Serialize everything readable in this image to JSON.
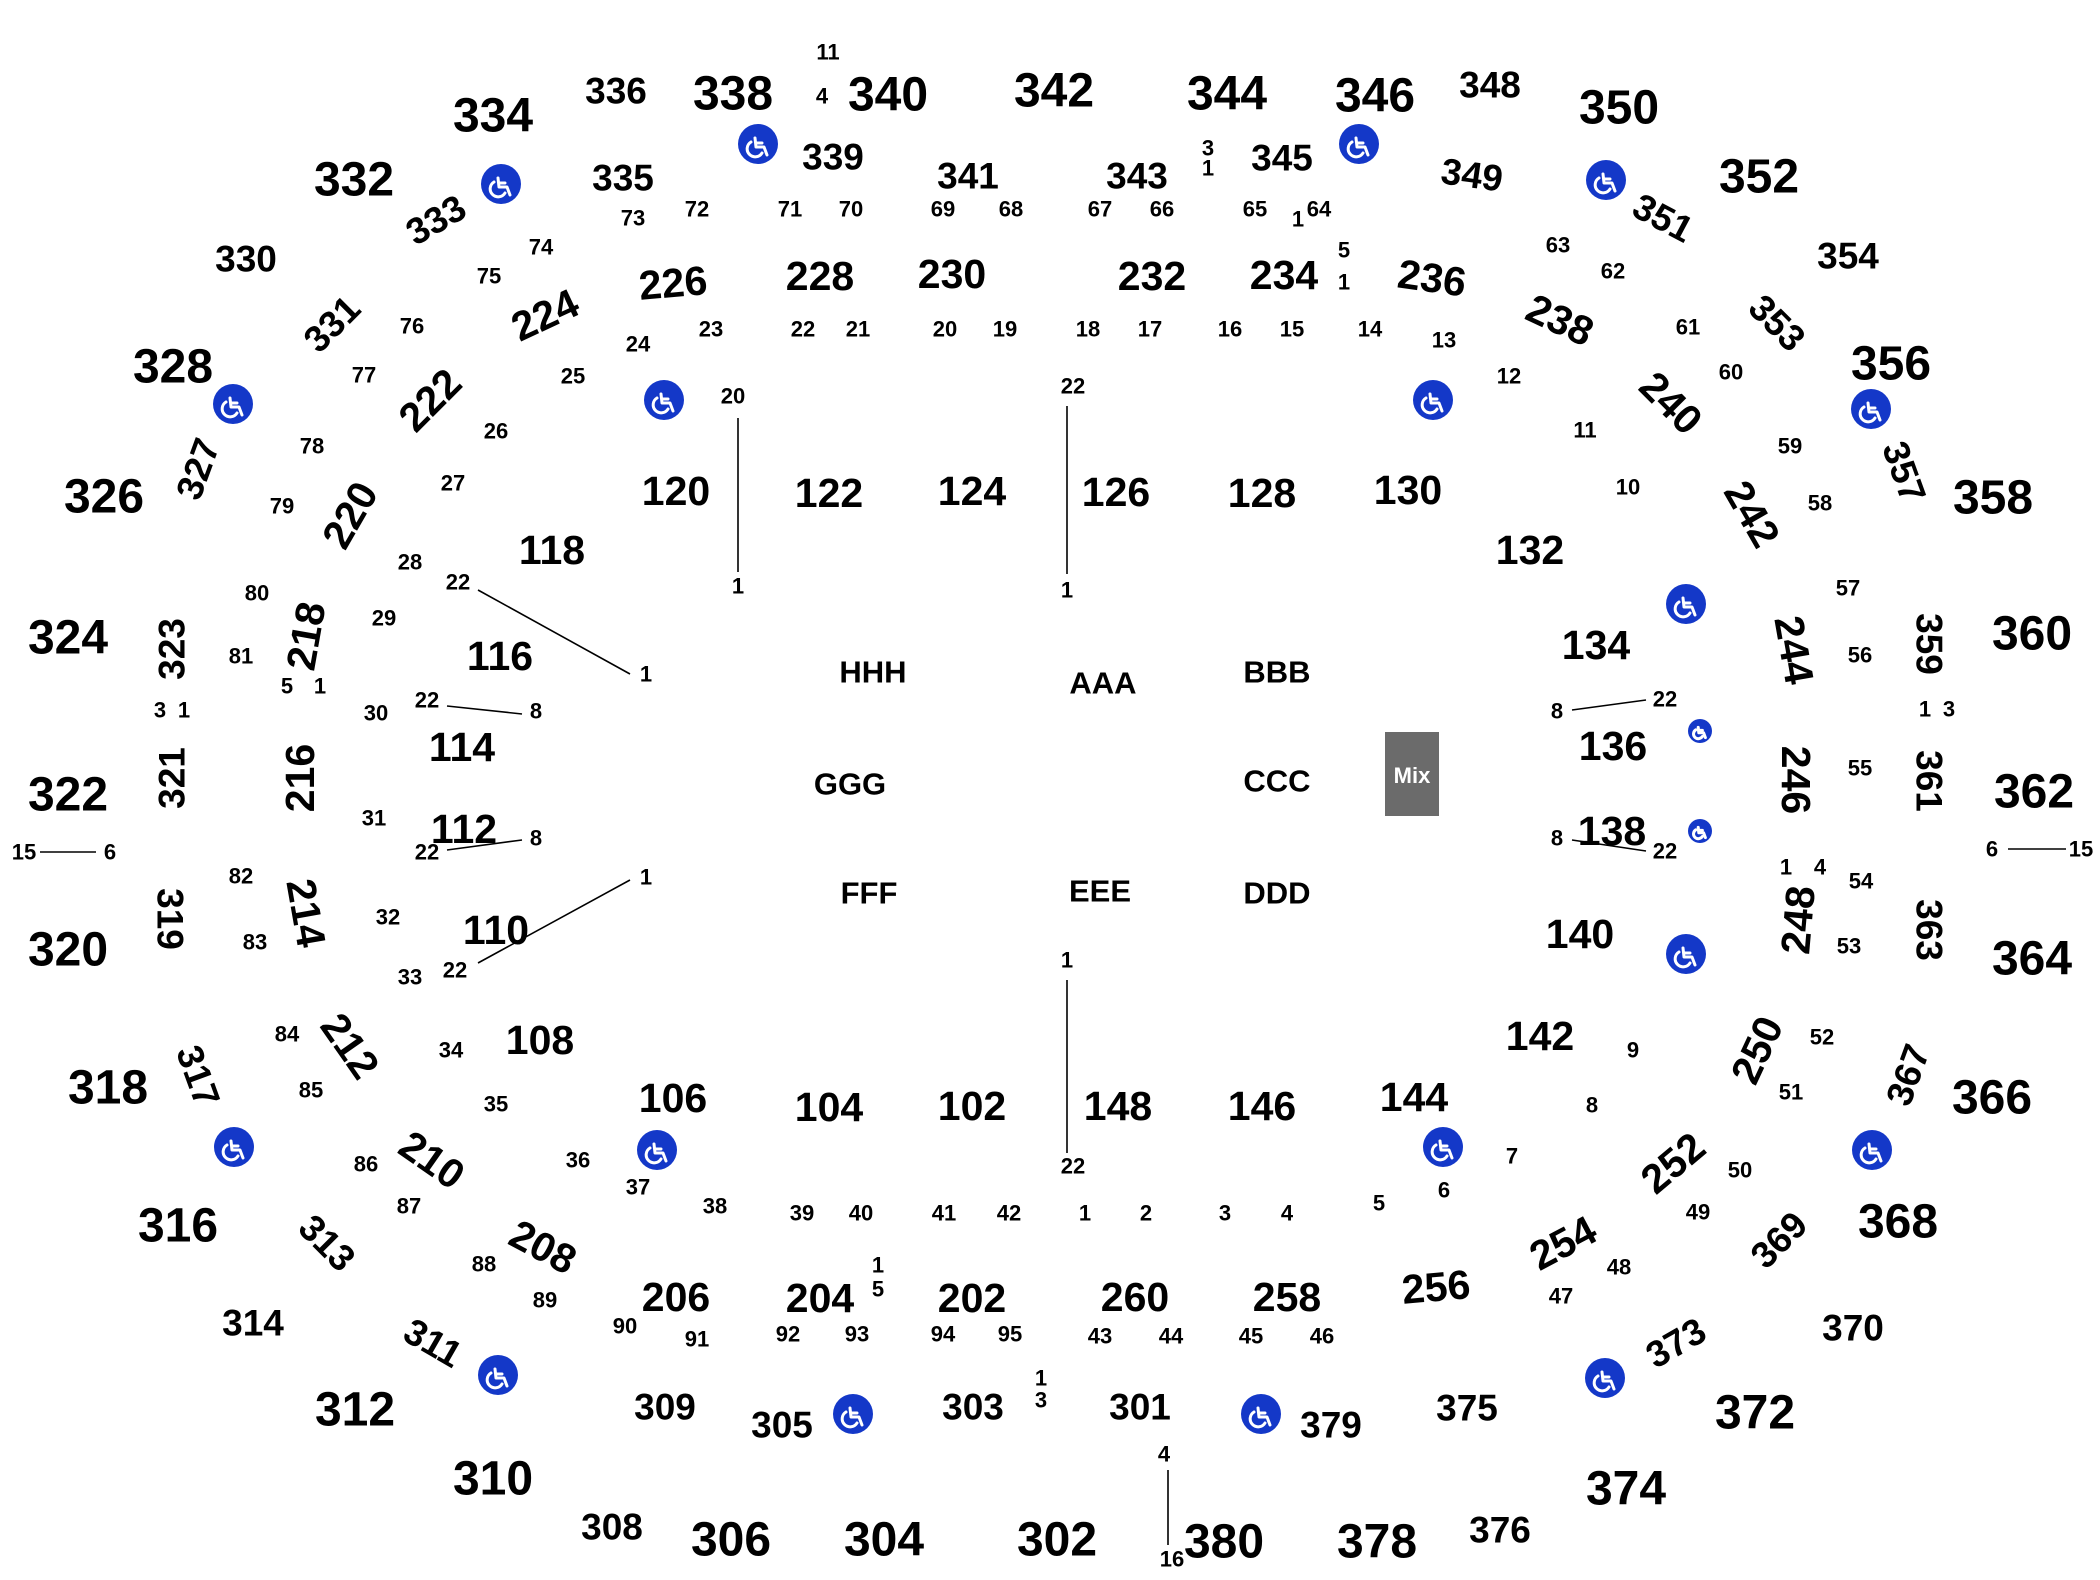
{
  "colors": {
    "background": "#ffffff",
    "text": "#000000",
    "accessible": "#1438c8",
    "mix_box": "#6b6b6b",
    "mix_text": "#ffffff"
  },
  "icons": {
    "accessible_seating": "wheelchair-icon"
  },
  "mix_label": "Mix",
  "floor_sections": [
    "HHH",
    "AAA",
    "BBB",
    "GGG",
    "CCC",
    "FFF",
    "EEE",
    "DDD"
  ],
  "sections_100": [
    "102",
    "104",
    "106",
    "108",
    "110",
    "112",
    "114",
    "116",
    "118",
    "120",
    "122",
    "124",
    "126",
    "128",
    "130",
    "132",
    "134",
    "136",
    "138",
    "140",
    "142",
    "144",
    "146",
    "148"
  ],
  "sections_200": [
    "202",
    "204",
    "206",
    "208",
    "210",
    "212",
    "214",
    "216",
    "218",
    "220",
    "222",
    "224",
    "226",
    "228",
    "230",
    "232",
    "234",
    "236",
    "238",
    "240",
    "242",
    "244",
    "246",
    "248",
    "250",
    "252",
    "254",
    "256",
    "258",
    "260"
  ],
  "sections_300": [
    "301",
    "302",
    "303",
    "304",
    "305",
    "306",
    "308",
    "309",
    "310",
    "311",
    "312",
    "313",
    "314",
    "316",
    "317",
    "318",
    "319",
    "320",
    "321",
    "322",
    "323",
    "324",
    "326",
    "327",
    "328",
    "330",
    "331",
    "332",
    "333",
    "334",
    "335",
    "336",
    "338",
    "339",
    "340",
    "341",
    "342",
    "343",
    "344",
    "345",
    "346",
    "348",
    "349",
    "350",
    "351",
    "352",
    "353",
    "354",
    "356",
    "357",
    "358",
    "359",
    "360",
    "361",
    "362",
    "363",
    "364",
    "366",
    "367",
    "368",
    "369",
    "370",
    "372",
    "373",
    "374",
    "375",
    "376",
    "378",
    "379",
    "380"
  ],
  "row_labels": [
    "1",
    "2",
    "3",
    "4",
    "5",
    "6",
    "7",
    "8",
    "9",
    "10",
    "11",
    "12",
    "13",
    "14",
    "15",
    "16",
    "17",
    "18",
    "19",
    "20",
    "21",
    "22",
    "23",
    "24",
    "25",
    "26",
    "27",
    "28",
    "29",
    "30",
    "31",
    "32",
    "33",
    "34",
    "35",
    "36",
    "37",
    "38",
    "39",
    "40",
    "41",
    "42",
    "43",
    "44",
    "45",
    "46",
    "47",
    "48",
    "49",
    "50",
    "51",
    "52",
    "53",
    "54",
    "55",
    "56",
    "57",
    "58",
    "59",
    "60",
    "61",
    "62",
    "63",
    "64",
    "65",
    "66",
    "67",
    "68",
    "69",
    "70",
    "71",
    "72",
    "73",
    "74",
    "75",
    "76",
    "77",
    "78",
    "79",
    "80",
    "81",
    "82",
    "83",
    "84",
    "85",
    "86",
    "87",
    "88",
    "89",
    "90",
    "91",
    "92",
    "93",
    "94",
    "95"
  ]
}
